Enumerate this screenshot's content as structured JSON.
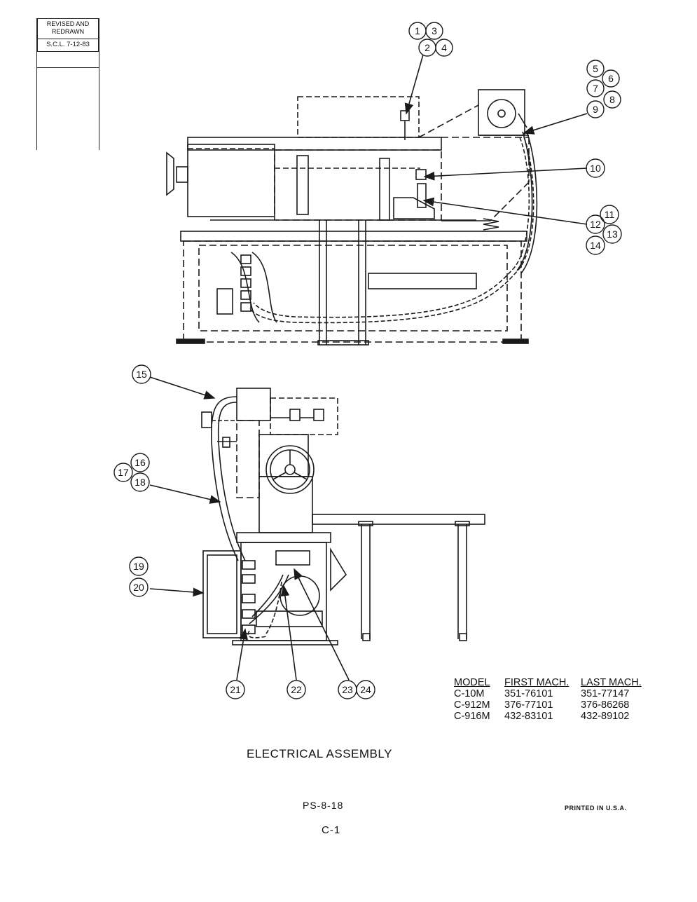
{
  "revision_box": {
    "line1": "REVISED AND",
    "line2": "REDRAWN",
    "signoff": "S.C.L. 7-12-83"
  },
  "callouts": [
    "1",
    "2",
    "3",
    "4",
    "5",
    "6",
    "7",
    "8",
    "9",
    "10",
    "11",
    "12",
    "13",
    "14",
    "15",
    "16",
    "17",
    "18",
    "19",
    "20",
    "21",
    "22",
    "23",
    "24"
  ],
  "model_table": {
    "headers": {
      "model": "MODEL",
      "first": "FIRST MACH.",
      "last": "LAST MACH."
    },
    "rows": [
      {
        "model": "C-10M",
        "first": "351-76101",
        "last": "351-77147"
      },
      {
        "model": "C-912M",
        "first": "376-77101",
        "last": "376-86268"
      },
      {
        "model": "C-916M",
        "first": "432-83101",
        "last": "432-89102"
      }
    ]
  },
  "title": "ELECTRICAL ASSEMBLY",
  "page_number": "PS-8-18",
  "sheet": "C-1",
  "printed": "PRINTED IN U.S.A."
}
